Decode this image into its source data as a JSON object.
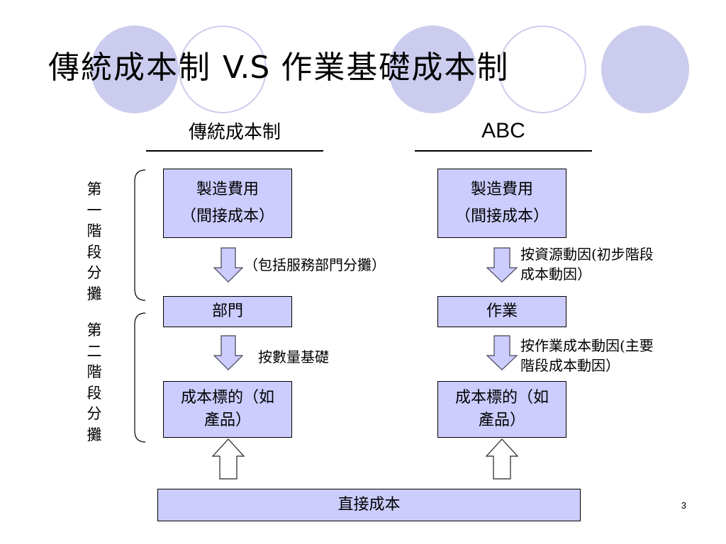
{
  "title": {
    "part1": "傳統成本制 ",
    "part2": "V.S",
    "part3": " 作業基礎成本制"
  },
  "columns": {
    "left": {
      "heading": "傳統成本制"
    },
    "right": {
      "heading": "ABC"
    }
  },
  "stages": {
    "first": [
      "第",
      "一",
      "階",
      "段",
      "分",
      "攤"
    ],
    "second": [
      "第",
      "二",
      "階",
      "段",
      "分",
      "攤"
    ]
  },
  "left_flow": {
    "overhead_line1": "製造費用",
    "overhead_line2": "（間接成本）",
    "allocation_note": "（包括服務部門分攤）",
    "department": "部門",
    "basis_note": "按數量基礎",
    "cost_object_line1": "成本標的（如",
    "cost_object_line2": "產品）"
  },
  "right_flow": {
    "overhead_line1": "製造費用",
    "overhead_line2": "（間接成本）",
    "driver_note_line1": "按資源動因(初步階段",
    "driver_note_line2": "成本動因）",
    "activity": "作業",
    "activity_note_line1": "按作業成本動因(主要",
    "activity_note_line2": "階段成本動因）",
    "cost_object_line1": "成本標的（如",
    "cost_object_line2": "產品）"
  },
  "direct_cost": "直接成本",
  "page_number": "3"
}
